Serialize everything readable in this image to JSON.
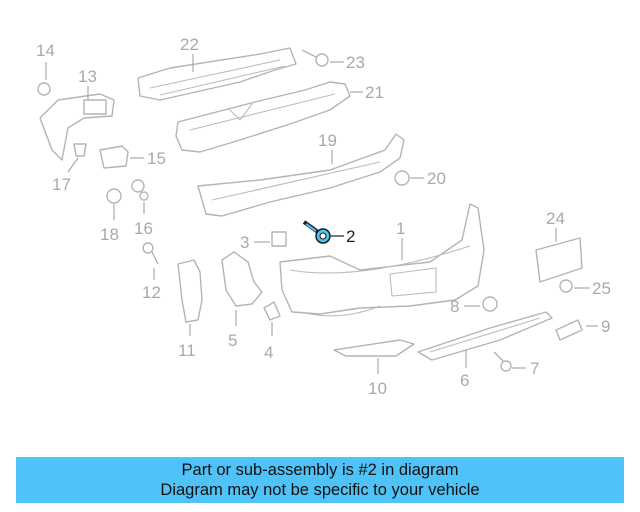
{
  "colors": {
    "caption_bg": "#4fc3f7",
    "highlight_part": "#4fc3f7",
    "line_art": "#b4b4b4",
    "callout_number": "#a9a9a9",
    "highlight_number": "#222222"
  },
  "diagram": {
    "callouts": [
      {
        "id": "1",
        "label": "1"
      },
      {
        "id": "2",
        "label": "2",
        "highlighted": true
      },
      {
        "id": "3",
        "label": "3"
      },
      {
        "id": "4",
        "label": "4"
      },
      {
        "id": "5",
        "label": "5"
      },
      {
        "id": "6",
        "label": "6"
      },
      {
        "id": "7",
        "label": "7"
      },
      {
        "id": "8",
        "label": "8"
      },
      {
        "id": "9",
        "label": "9"
      },
      {
        "id": "10",
        "label": "10"
      },
      {
        "id": "11",
        "label": "11"
      },
      {
        "id": "12",
        "label": "12"
      },
      {
        "id": "13",
        "label": "13"
      },
      {
        "id": "14",
        "label": "14"
      },
      {
        "id": "15",
        "label": "15"
      },
      {
        "id": "16",
        "label": "16"
      },
      {
        "id": "17",
        "label": "17"
      },
      {
        "id": "18",
        "label": "18"
      },
      {
        "id": "19",
        "label": "19"
      },
      {
        "id": "20",
        "label": "20"
      },
      {
        "id": "21",
        "label": "21"
      },
      {
        "id": "22",
        "label": "22"
      },
      {
        "id": "23",
        "label": "23"
      },
      {
        "id": "24",
        "label": "24"
      },
      {
        "id": "25",
        "label": "25"
      }
    ]
  },
  "caption": {
    "line1": "Part or sub-assembly is #2 in diagram",
    "line2": "Diagram may not be specific to your vehicle"
  }
}
